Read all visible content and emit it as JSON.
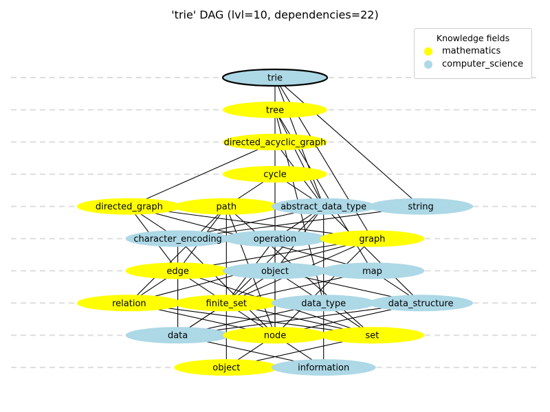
{
  "title": "'trie' DAG (lvl=10, dependencies=22)",
  "legend": {
    "title": "Knowledge fields",
    "items": [
      {
        "label": "mathematics",
        "color": "#ffff00"
      },
      {
        "label": "computer_science",
        "color": "#add8e6"
      }
    ]
  },
  "colors": {
    "mathematics": "#ffff00",
    "computer_science": "#add8e6",
    "edge": "#000000",
    "level_line": "#dddddd"
  },
  "nodes": [
    {
      "id": "trie",
      "label": "trie",
      "field": "computer_science",
      "level": 0,
      "slot": 0,
      "root": true
    },
    {
      "id": "tree",
      "label": "tree",
      "field": "mathematics",
      "level": 1,
      "slot": 0
    },
    {
      "id": "directed_acyclic_graph",
      "label": "directed_acyclic_graph",
      "field": "mathematics",
      "level": 2,
      "slot": 0
    },
    {
      "id": "cycle",
      "label": "cycle",
      "field": "mathematics",
      "level": 3,
      "slot": 0
    },
    {
      "id": "directed_graph",
      "label": "directed_graph",
      "field": "mathematics",
      "level": 4,
      "slot": -3
    },
    {
      "id": "path",
      "label": "path",
      "field": "mathematics",
      "level": 4,
      "slot": -1
    },
    {
      "id": "abstract_data_type",
      "label": "abstract_data_type",
      "field": "computer_science",
      "level": 4,
      "slot": 1
    },
    {
      "id": "string",
      "label": "string",
      "field": "computer_science",
      "level": 4,
      "slot": 3
    },
    {
      "id": "character_encoding",
      "label": "character_encoding",
      "field": "computer_science",
      "level": 5,
      "slot": -2
    },
    {
      "id": "operation",
      "label": "operation",
      "field": "computer_science",
      "level": 5,
      "slot": 0
    },
    {
      "id": "graph",
      "label": "graph",
      "field": "mathematics",
      "level": 5,
      "slot": 2
    },
    {
      "id": "edge",
      "label": "edge",
      "field": "mathematics",
      "level": 6,
      "slot": -2
    },
    {
      "id": "object_cs",
      "label": "object",
      "field": "computer_science",
      "level": 6,
      "slot": 0
    },
    {
      "id": "map",
      "label": "map",
      "field": "computer_science",
      "level": 6,
      "slot": 2
    },
    {
      "id": "relation",
      "label": "relation",
      "field": "mathematics",
      "level": 7,
      "slot": -3
    },
    {
      "id": "finite_set",
      "label": "finite_set",
      "field": "mathematics",
      "level": 7,
      "slot": -1
    },
    {
      "id": "data_type",
      "label": "data_type",
      "field": "computer_science",
      "level": 7,
      "slot": 1
    },
    {
      "id": "data_structure",
      "label": "data_structure",
      "field": "computer_science",
      "level": 7,
      "slot": 3
    },
    {
      "id": "data",
      "label": "data",
      "field": "computer_science",
      "level": 8,
      "slot": -2
    },
    {
      "id": "node",
      "label": "node",
      "field": "mathematics",
      "level": 8,
      "slot": 0
    },
    {
      "id": "set",
      "label": "set",
      "field": "mathematics",
      "level": 8,
      "slot": 2
    },
    {
      "id": "object_math",
      "label": "object",
      "field": "mathematics",
      "level": 9,
      "slot": -1
    },
    {
      "id": "information",
      "label": "information",
      "field": "computer_science",
      "level": 9,
      "slot": 1
    }
  ],
  "edges": [
    [
      "trie",
      "tree"
    ],
    [
      "trie",
      "string"
    ],
    [
      "trie",
      "abstract_data_type"
    ],
    [
      "trie",
      "graph"
    ],
    [
      "tree",
      "directed_acyclic_graph"
    ],
    [
      "tree",
      "abstract_data_type"
    ],
    [
      "tree",
      "data_type"
    ],
    [
      "tree",
      "map"
    ],
    [
      "directed_acyclic_graph",
      "cycle"
    ],
    [
      "directed_acyclic_graph",
      "directed_graph"
    ],
    [
      "directed_acyclic_graph",
      "abstract_data_type"
    ],
    [
      "cycle",
      "operation"
    ],
    [
      "cycle",
      "path"
    ],
    [
      "cycle",
      "abstract_data_type"
    ],
    [
      "string",
      "character_encoding"
    ],
    [
      "directed_graph",
      "edge"
    ],
    [
      "directed_graph",
      "graph"
    ],
    [
      "directed_graph",
      "map"
    ],
    [
      "directed_graph",
      "character_encoding"
    ],
    [
      "path",
      "edge"
    ],
    [
      "path",
      "finite_set"
    ],
    [
      "path",
      "node"
    ],
    [
      "path",
      "set"
    ],
    [
      "path",
      "relation"
    ],
    [
      "abstract_data_type",
      "operation"
    ],
    [
      "abstract_data_type",
      "object_cs"
    ],
    [
      "abstract_data_type",
      "data_type"
    ],
    [
      "abstract_data_type",
      "data_structure"
    ],
    [
      "abstract_data_type",
      "finite_set"
    ],
    [
      "abstract_data_type",
      "character_encoding"
    ],
    [
      "character_encoding",
      "data"
    ],
    [
      "character_encoding",
      "node"
    ],
    [
      "operation",
      "object_cs"
    ],
    [
      "operation",
      "finite_set"
    ],
    [
      "operation",
      "node"
    ],
    [
      "graph",
      "edge"
    ],
    [
      "graph",
      "relation"
    ],
    [
      "graph",
      "node"
    ],
    [
      "graph",
      "finite_set"
    ],
    [
      "edge",
      "node"
    ],
    [
      "edge",
      "set"
    ],
    [
      "edge",
      "relation"
    ],
    [
      "object_cs",
      "data_type"
    ],
    [
      "object_cs",
      "data"
    ],
    [
      "object_cs",
      "node"
    ],
    [
      "object_cs",
      "data_structure"
    ],
    [
      "map",
      "data_structure"
    ],
    [
      "map",
      "finite_set"
    ],
    [
      "relation",
      "set"
    ],
    [
      "relation",
      "node"
    ],
    [
      "finite_set",
      "set"
    ],
    [
      "finite_set",
      "data"
    ],
    [
      "finite_set",
      "object_math"
    ],
    [
      "data_type",
      "data"
    ],
    [
      "data_type",
      "set"
    ],
    [
      "data_type",
      "information"
    ],
    [
      "data_structure",
      "data"
    ],
    [
      "data_structure",
      "node"
    ],
    [
      "data",
      "information"
    ],
    [
      "node",
      "object_math"
    ],
    [
      "node",
      "information"
    ],
    [
      "set",
      "object_math"
    ]
  ]
}
